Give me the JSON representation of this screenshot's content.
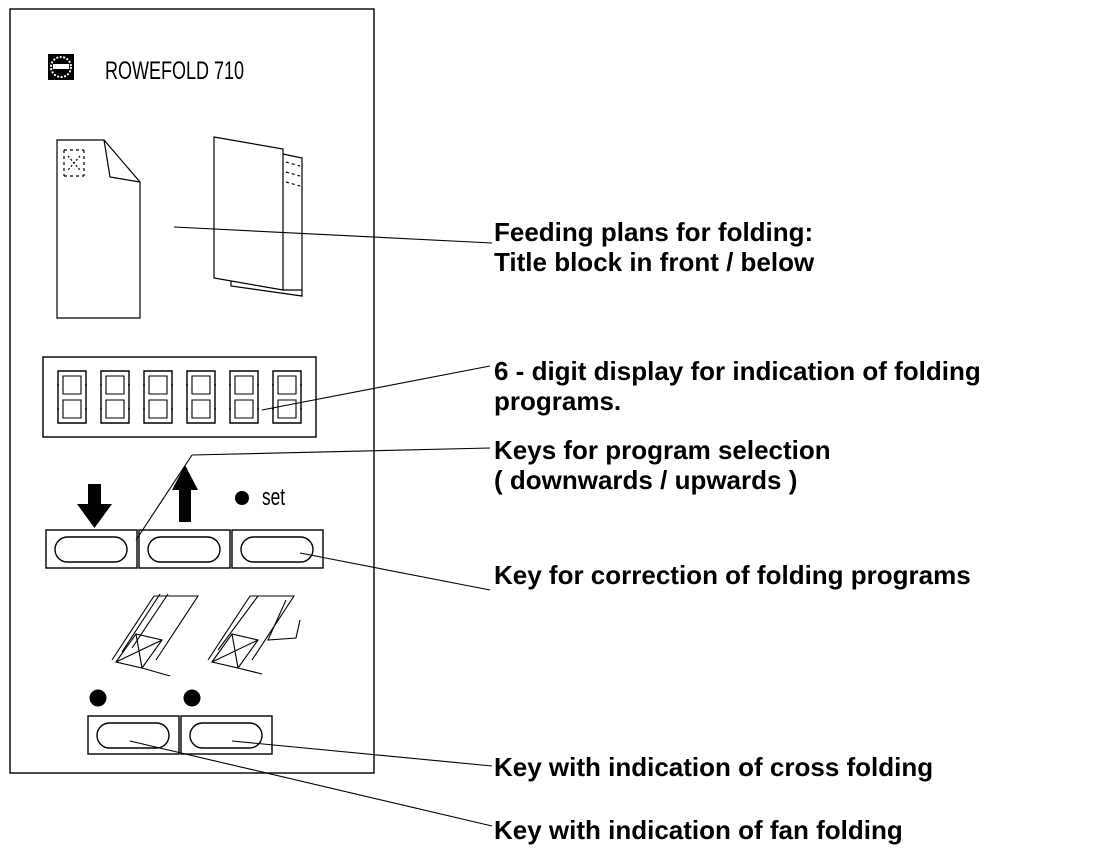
{
  "panel": {
    "brand_name": "ROWEFOLD 710",
    "logo_icon": "rowe-gear-logo-icon",
    "set_label": "set",
    "display_digits": 6,
    "display_icon": "seven-segment-digit-icon"
  },
  "callouts": {
    "feeding_plans": [
      "Feeding plans for folding:",
      "Title block in front / below"
    ],
    "display": [
      "6 - digit display for indication of folding",
      "programs."
    ],
    "selection_keys": [
      "Keys for program selection",
      "( downwards / upwards )"
    ],
    "correction_key": [
      "Key for correction of folding programs"
    ],
    "cross_folding_key": [
      "Key with indication of cross folding"
    ],
    "fan_folding_key": [
      "Key with indication of fan folding"
    ]
  }
}
